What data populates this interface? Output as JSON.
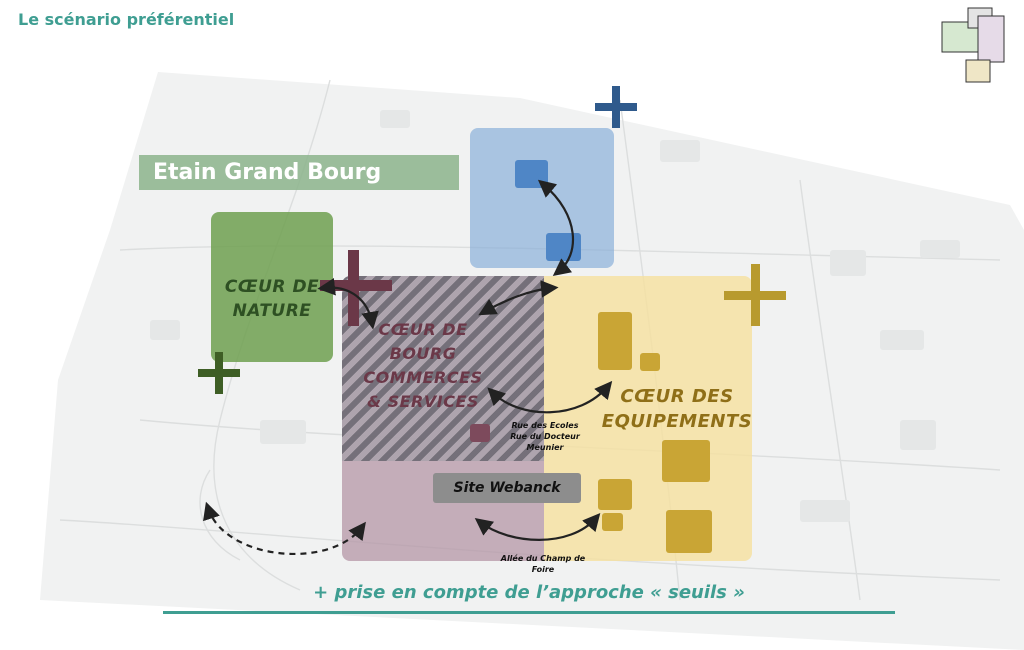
{
  "page_title": "Le scénario préférentiel",
  "banner": "Etain Grand Bourg",
  "zones": {
    "nature": "CŒUR DE\nNATURE",
    "bourg": "CŒUR DE\nBOURG\nCOMMERCES\n& SERVICES",
    "equipements": "CŒUR DES\nEQUIPEMENTS"
  },
  "site_label": "Site Webanck",
  "streets": {
    "ecoles": "Rue des Ecoles\nRue du Docteur\nMeunier",
    "allee": "Allée du Champ de\nFoire"
  },
  "footer": "+ prise en compte de l’approche « seuils »",
  "colors": {
    "accent": "#3f9e92",
    "nature": "#6ea050",
    "bourg": "#6b3848",
    "equipements": "#c9a535",
    "blue": "#2f5a8c"
  },
  "icons": [
    "plus-icon",
    "double-arrow-icon",
    "thumbnail-icon"
  ]
}
